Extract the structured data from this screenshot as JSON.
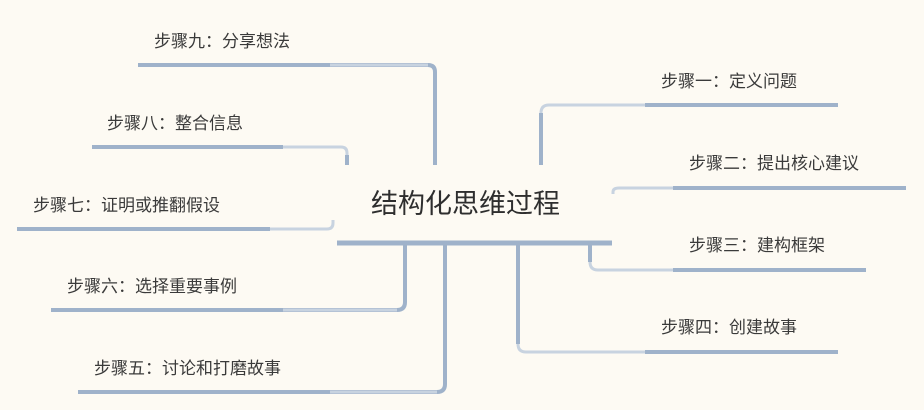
{
  "root": {
    "label": "结构化思维过程"
  },
  "colors": {
    "background": "#fdfaf3",
    "line": "#9fb2ca",
    "line_light": "#c8d3e0",
    "text": "#3a3a3a"
  },
  "right_branches": [
    {
      "label": "步骤一：定义问题"
    },
    {
      "label": "步骤二：提出核心建议"
    },
    {
      "label": "步骤三：建构框架"
    },
    {
      "label": "步骤四：创建故事"
    }
  ],
  "left_branches": [
    {
      "label": "步骤五：讨论和打磨故事"
    },
    {
      "label": "步骤六：选择重要事例"
    },
    {
      "label": "步骤七：证明或推翻假设"
    },
    {
      "label": "步骤八：整合信息"
    },
    {
      "label": "步骤九：分享想法"
    }
  ]
}
